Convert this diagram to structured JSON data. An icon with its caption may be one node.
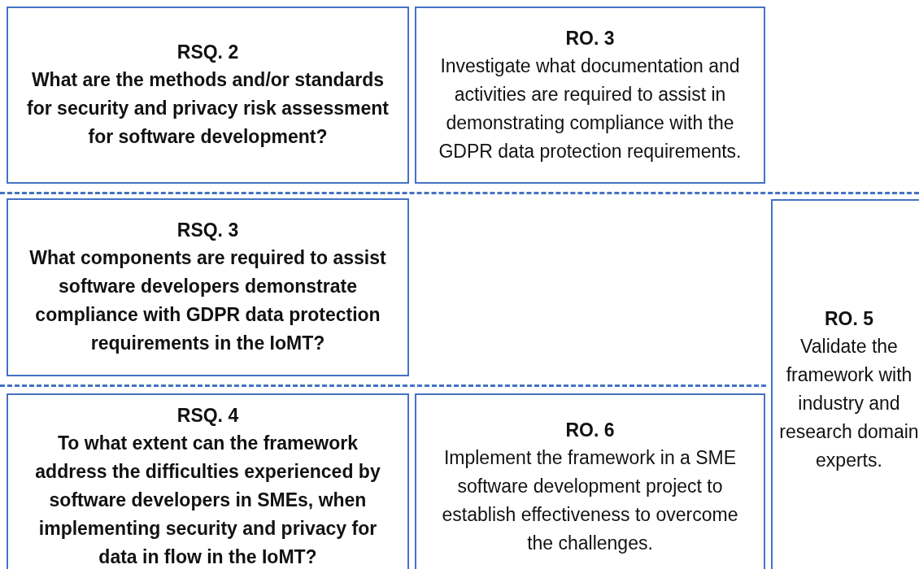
{
  "diagram": {
    "nodes": [
      {
        "text": [
          "RSQ. 2",
          "What are the methods and/or standards for security and privacy risk assessment for software development?"
        ]
      },
      {
        "text": [
          "RO. 3",
          "Investigate what documentation and activities are required to assist in demonstrating compliance with the GDPR data protection requirements."
        ]
      },
      {
        "text": [
          "RSQ. 3",
          "What components are required to assist software developers demonstrate compliance with GDPR data protection requirements in the IoMT?"
        ]
      },
      {
        "text": [
          "RO. 5",
          "Validate the framework with industry and research domain experts."
        ]
      },
      {
        "text": [
          "RSQ. 4",
          "To what extent can the framework address the difficulties experienced by software developers in SMEs, when implementing security and privacy for data in flow in the IoMT?"
        ]
      },
      {
        "text": [
          "RO. 6",
          "Implement the framework in a SME software development project to establish effectiveness to overcome the challenges."
        ]
      }
    ]
  }
}
